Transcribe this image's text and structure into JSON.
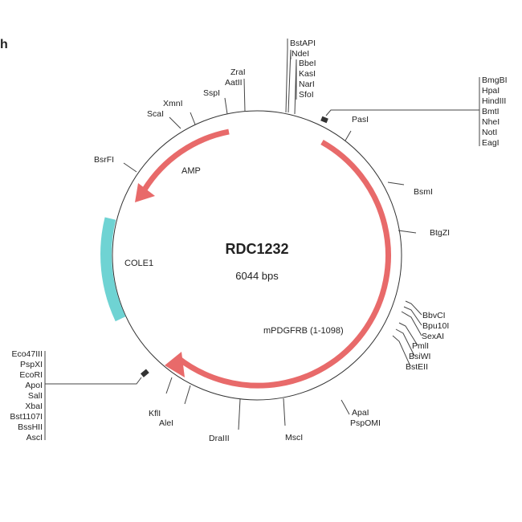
{
  "header": {
    "fragment": "h"
  },
  "plasmid": {
    "name": "RDC1232",
    "size": "6044 bps"
  },
  "features": [
    {
      "name": "mPDGFRB (1-1098)",
      "color": "#e86a6a"
    },
    {
      "name": "AMP",
      "color": "#e86a6a"
    },
    {
      "name": "COLE1",
      "color": "#6fd3d3"
    }
  ],
  "sites": {
    "top_a": [
      "BstAPI",
      "NdeI"
    ],
    "top_b": [
      "BbeI",
      "KasI",
      "NarI",
      "SfoI"
    ],
    "right_group": [
      "BmgBI",
      "HpaI",
      "HindIII",
      "BmtI",
      "NheI",
      "NotI",
      "EagI"
    ],
    "left_group": [
      "Eco47III",
      "PspXI",
      "EcoRI",
      "ApoI",
      "SalI",
      "XbaI",
      "Bst1107I",
      "BssHII",
      "AscI"
    ],
    "single": [
      "ZraI",
      "AatII",
      "SspI",
      "XmnI",
      "ScaI",
      "BsrFI",
      "PasI",
      "BsmI",
      "BtgZI",
      "BbvCI",
      "Bpu10I",
      "SexAI",
      "PmlI",
      "BsiWI",
      "BstEII",
      "ApaI",
      "PspOMI",
      "MscI",
      "DraIII",
      "AleI",
      "KflI"
    ]
  }
}
